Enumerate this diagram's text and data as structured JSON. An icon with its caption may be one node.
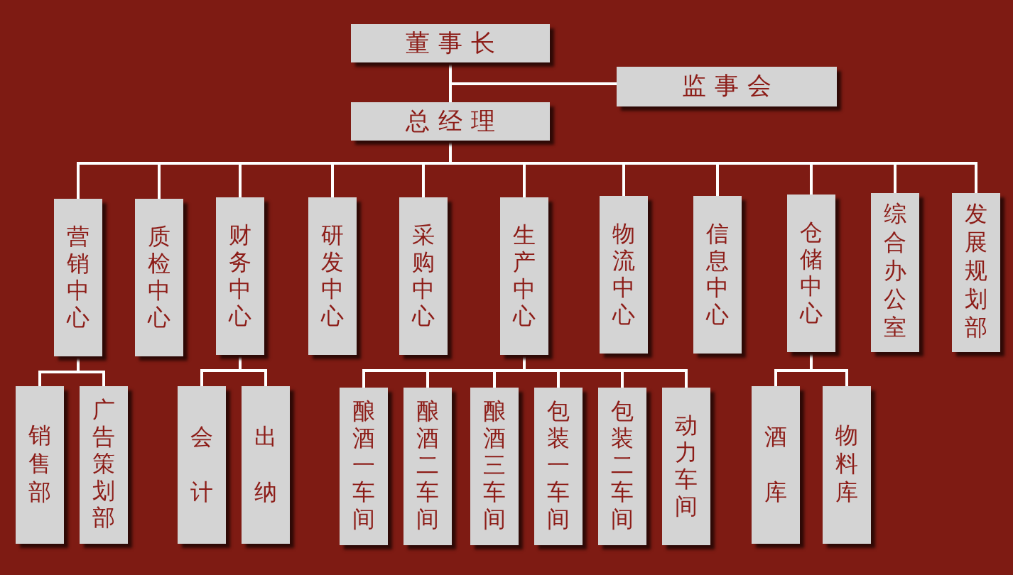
{
  "diagram": {
    "nodes": [
      {
        "text": [
          "董事长"
        ]
      },
      {
        "text": [
          "监事会"
        ]
      },
      {
        "text": [
          "总经理"
        ]
      },
      {
        "text": [
          "营销中心"
        ]
      },
      {
        "text": [
          "质检中心"
        ]
      },
      {
        "text": [
          "财务中心"
        ]
      },
      {
        "text": [
          "研发中心"
        ]
      },
      {
        "text": [
          "采购中心"
        ]
      },
      {
        "text": [
          "生产中心"
        ]
      },
      {
        "text": [
          "物流中心"
        ]
      },
      {
        "text": [
          "信息中心"
        ]
      },
      {
        "text": [
          "仓储中心"
        ]
      },
      {
        "text": [
          "综合办公室"
        ]
      },
      {
        "text": [
          "发展规划部"
        ]
      },
      {
        "text": [
          "销售部"
        ]
      },
      {
        "text": [
          "广告策划部"
        ]
      },
      {
        "text": [
          "会计"
        ]
      },
      {
        "text": [
          "出纳"
        ]
      },
      {
        "text": [
          "酿酒一车间"
        ]
      },
      {
        "text": [
          "酿酒二车间"
        ]
      },
      {
        "text": [
          "酿酒三车间"
        ]
      },
      {
        "text": [
          "包装一车间"
        ]
      },
      {
        "text": [
          "包装二车间"
        ]
      },
      {
        "text": [
          "动力车间"
        ]
      },
      {
        "text": [
          "酒库"
        ]
      },
      {
        "text": [
          "物料库"
        ]
      }
    ],
    "edges": [
      {
        "from": 0,
        "to": 2,
        "arrow": "none"
      },
      {
        "from": 0,
        "to": 1,
        "arrow": "none"
      },
      {
        "from": 2,
        "to": 3,
        "arrow": "none"
      },
      {
        "from": 2,
        "to": 4,
        "arrow": "none"
      },
      {
        "from": 2,
        "to": 5,
        "arrow": "none"
      },
      {
        "from": 2,
        "to": 6,
        "arrow": "none"
      },
      {
        "from": 2,
        "to": 7,
        "arrow": "none"
      },
      {
        "from": 2,
        "to": 8,
        "arrow": "none"
      },
      {
        "from": 2,
        "to": 9,
        "arrow": "none"
      },
      {
        "from": 2,
        "to": 10,
        "arrow": "none"
      },
      {
        "from": 2,
        "to": 11,
        "arrow": "none"
      },
      {
        "from": 2,
        "to": 12,
        "arrow": "none"
      },
      {
        "from": 2,
        "to": 13,
        "arrow": "none"
      },
      {
        "from": 3,
        "to": 14,
        "arrow": "none"
      },
      {
        "from": 3,
        "to": 15,
        "arrow": "none"
      },
      {
        "from": 5,
        "to": 16,
        "arrow": "none"
      },
      {
        "from": 5,
        "to": 17,
        "arrow": "none"
      },
      {
        "from": 8,
        "to": 18,
        "arrow": "none"
      },
      {
        "from": 8,
        "to": 19,
        "arrow": "none"
      },
      {
        "from": 8,
        "to": 20,
        "arrow": "none"
      },
      {
        "from": 8,
        "to": 21,
        "arrow": "none"
      },
      {
        "from": 8,
        "to": 22,
        "arrow": "none"
      },
      {
        "from": 8,
        "to": 23,
        "arrow": "none"
      },
      {
        "from": 11,
        "to": 24,
        "arrow": "none"
      },
      {
        "from": 11,
        "to": 25,
        "arrow": "none"
      }
    ]
  }
}
